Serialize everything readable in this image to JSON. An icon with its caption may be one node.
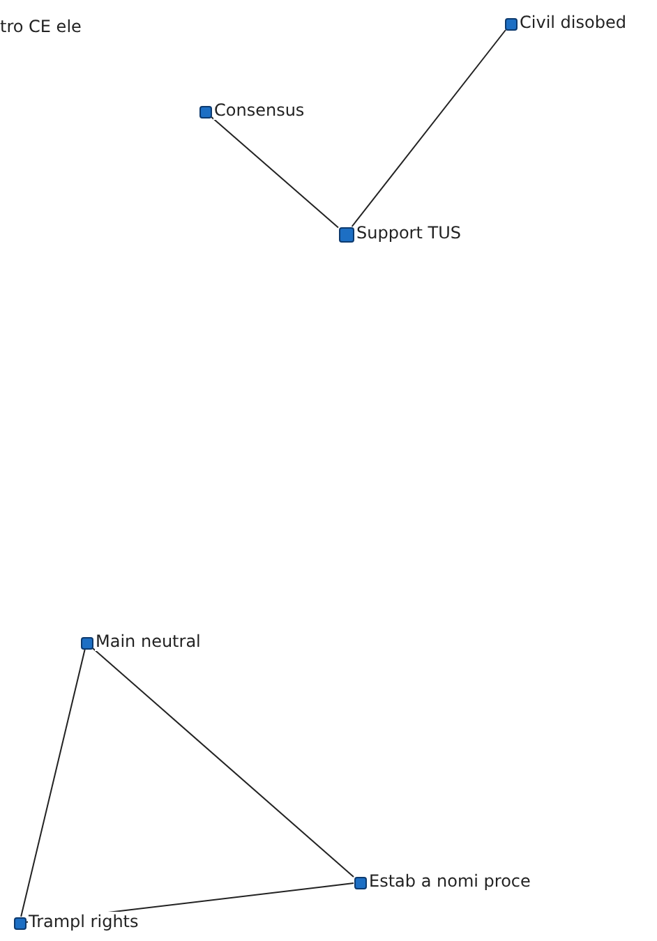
{
  "diagram": {
    "nodes": [
      {
        "text": [],
        "shape": "box",
        "beside": [
          "Civil disobed"
        ]
      },
      {
        "text": [],
        "shape": "box",
        "beside": [
          "Consensus"
        ]
      },
      {
        "text": [],
        "shape": "box",
        "beside": [
          "Support TUS"
        ]
      },
      {
        "text": [],
        "shape": "box",
        "beside": [
          "Main neutral"
        ]
      },
      {
        "text": [],
        "shape": "box",
        "beside": [
          "Estab a nomi proce"
        ]
      },
      {
        "text": [],
        "shape": "box",
        "beside": [
          "Trampl rights"
        ]
      }
    ],
    "edges": [
      {
        "from": 1,
        "to": 2,
        "arrow": "none"
      },
      {
        "from": 0,
        "to": 2,
        "arrow": "none"
      },
      {
        "from": 3,
        "to": 5,
        "arrow": "none"
      },
      {
        "from": 3,
        "to": 4,
        "arrow": "none"
      },
      {
        "from": 4,
        "to": 5,
        "arrow": "none"
      }
    ],
    "labels": [
      "tro CE ele"
    ]
  }
}
